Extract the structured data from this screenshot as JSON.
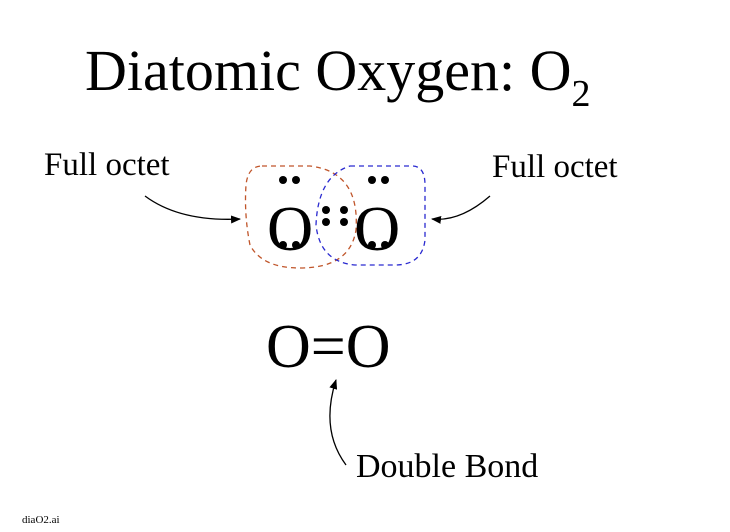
{
  "title": {
    "text": "Diatomic Oxygen: O",
    "subscript": "2"
  },
  "lewis": {
    "atom_left": "O",
    "atom_right": "O"
  },
  "labels": {
    "left": "Full octet",
    "right": "Full octet"
  },
  "structural": {
    "atom_left": "O",
    "bond": "=",
    "atom_right": "O"
  },
  "bond_label": "Double Bond",
  "filename": "diaO2.ai",
  "colors": {
    "left_octet": "#c0552a",
    "right_octet": "#2a2ad0"
  }
}
